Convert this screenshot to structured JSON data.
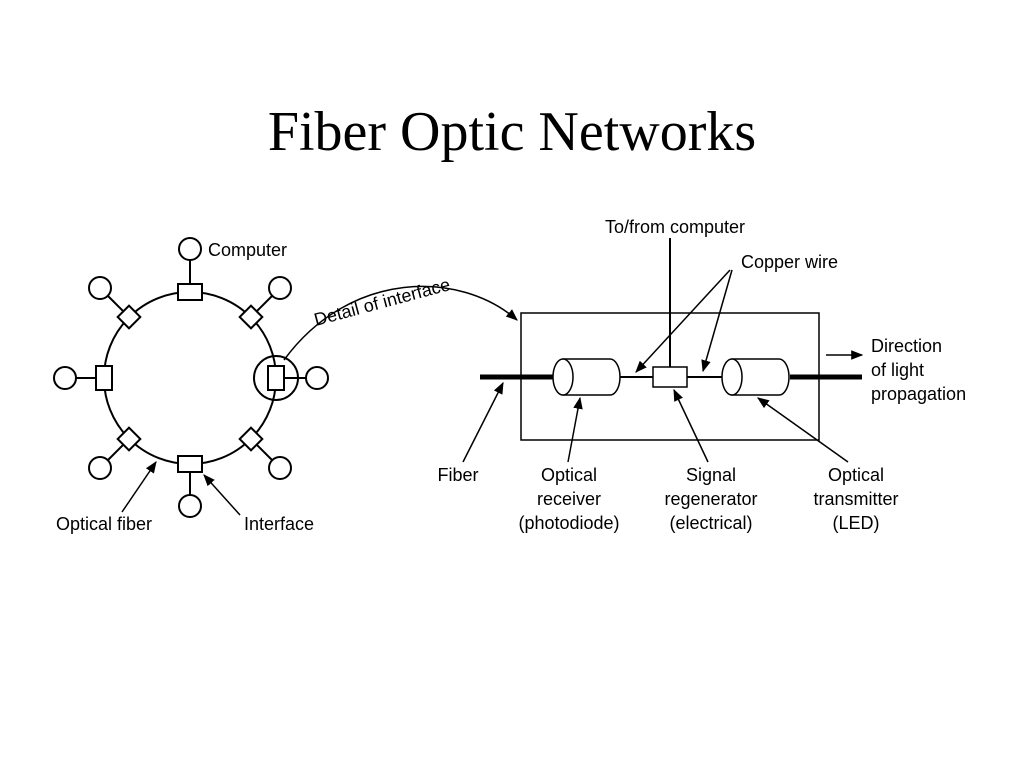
{
  "title": "Fiber Optic Networks",
  "ring": {
    "computer_label": "Computer",
    "fiber_label": "Optical fiber",
    "interface_label": "Interface",
    "detail_label": "Detail of interface"
  },
  "detail": {
    "to_from_label": "To/from computer",
    "copper_label": "Copper wire",
    "direction_lines": [
      "Direction",
      "of light",
      "propagation"
    ],
    "fiber_label": "Fiber",
    "receiver_lines": [
      "Optical",
      "receiver",
      "(photodiode)"
    ],
    "regenerator_lines": [
      "Signal",
      "regenerator",
      "(electrical)"
    ],
    "transmitter_lines": [
      "Optical",
      "transmitter",
      "(LED)"
    ]
  }
}
